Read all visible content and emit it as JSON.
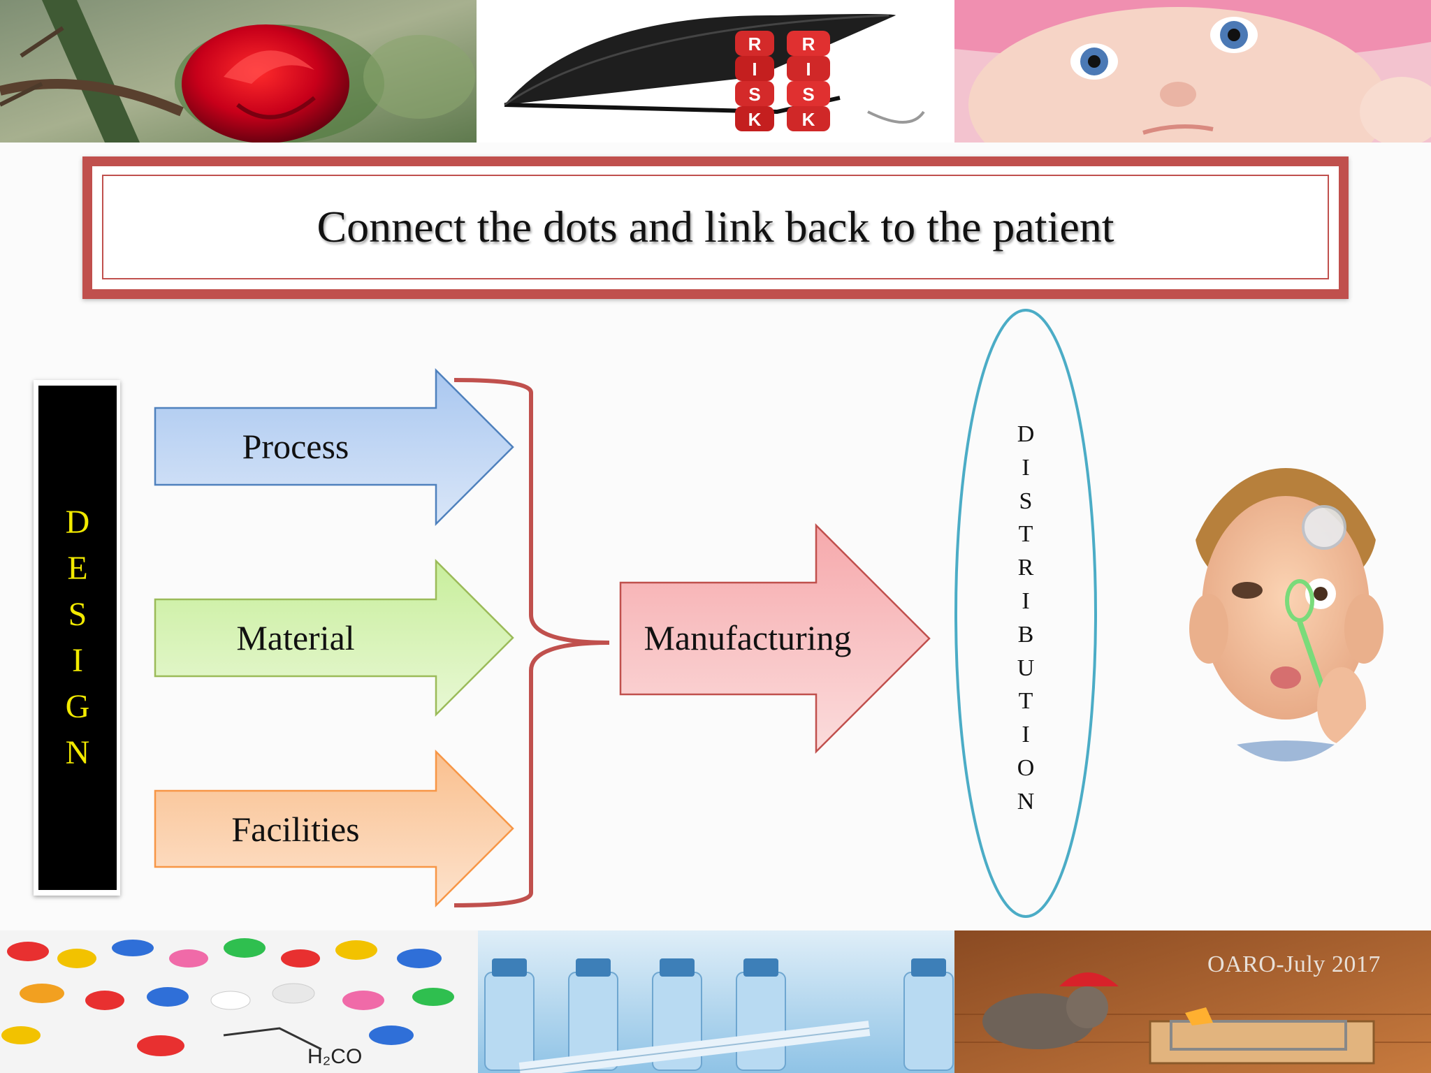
{
  "slide": {
    "title": "Connect the dots and link back to the patient",
    "design_letters": [
      "D",
      "E",
      "S",
      "I",
      "G",
      "N"
    ],
    "arrows": {
      "process": "Process",
      "material": "Material",
      "facilities": "Facilities",
      "manufacturing": "Manufacturing"
    },
    "distribution_letters": [
      "D",
      "I",
      "S",
      "T",
      "R",
      "I",
      "B",
      "U",
      "T",
      "I",
      "O",
      "N"
    ],
    "risk_letters": [
      "R",
      "I",
      "S",
      "K"
    ],
    "footer": "OARO-July 2017"
  },
  "colors": {
    "title_border": "#c0504d",
    "process_arrow": "#b8d3f4",
    "material_arrow": "#d7f2b4",
    "facilities_arrow": "#fbcfa8",
    "manufacturing_arrow": "#f8c0c2",
    "brace": "#c0504d",
    "ellipse": "#4bacc6",
    "design_text": "#f2ea00"
  }
}
